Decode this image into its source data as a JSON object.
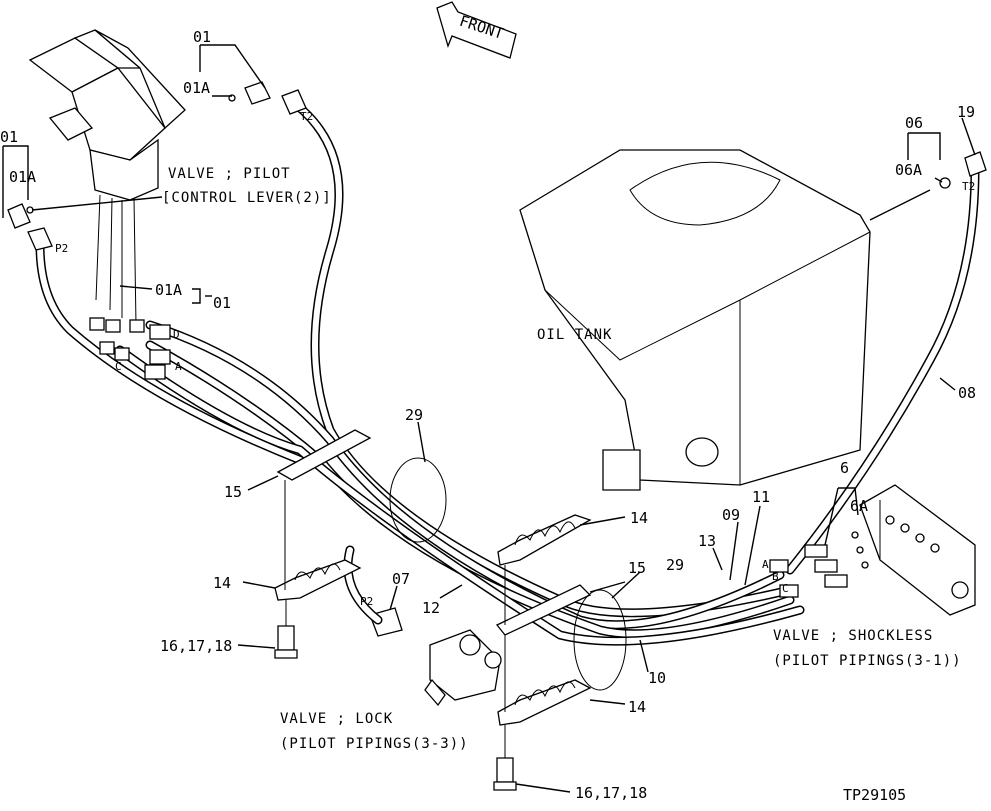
{
  "figure_id": "TP29105",
  "direction": "FRONT",
  "captions": {
    "pilot_valve_1": "VALVE ; PILOT",
    "pilot_valve_2": "[CONTROL LEVER(2)]",
    "oil_tank": "OIL TANK",
    "shockless_1": "VALVE ; SHOCKLESS",
    "shockless_2": "(PILOT PIPINGS(3-1))",
    "lock_1": "VALVE ; LOCK",
    "lock_2": "(PILOT PIPINGS(3-3))"
  },
  "ports": {
    "t2_top": "T2",
    "t2_right": "T2",
    "p2_left": "P2",
    "p2_lower": "P2",
    "d": "D",
    "a": "A",
    "c": "C",
    "a2": "A",
    "b2": "B",
    "c2": "C"
  },
  "part_labels": {
    "p01_top": "01",
    "p01a_top": "01A",
    "p01_left": "01",
    "p01a_left": "01A",
    "p01a_mid": "01A",
    "p01_mid": "01",
    "p06": "06",
    "p06a": "06A",
    "p19": "19",
    "p08": "08",
    "p6": "6",
    "p6a": "6A",
    "p11": "11",
    "p09": "09",
    "p13": "13",
    "p29_upper": "29",
    "p29_lower": "29",
    "p14_upper": "14",
    "p14_left": "14",
    "p14_lower": "14",
    "p15_left": "15",
    "p15_right": "15",
    "p07": "07",
    "p12": "12",
    "p10": "10",
    "p161718_upper": "16,17,18",
    "p161718_lower": "16,17,18"
  }
}
